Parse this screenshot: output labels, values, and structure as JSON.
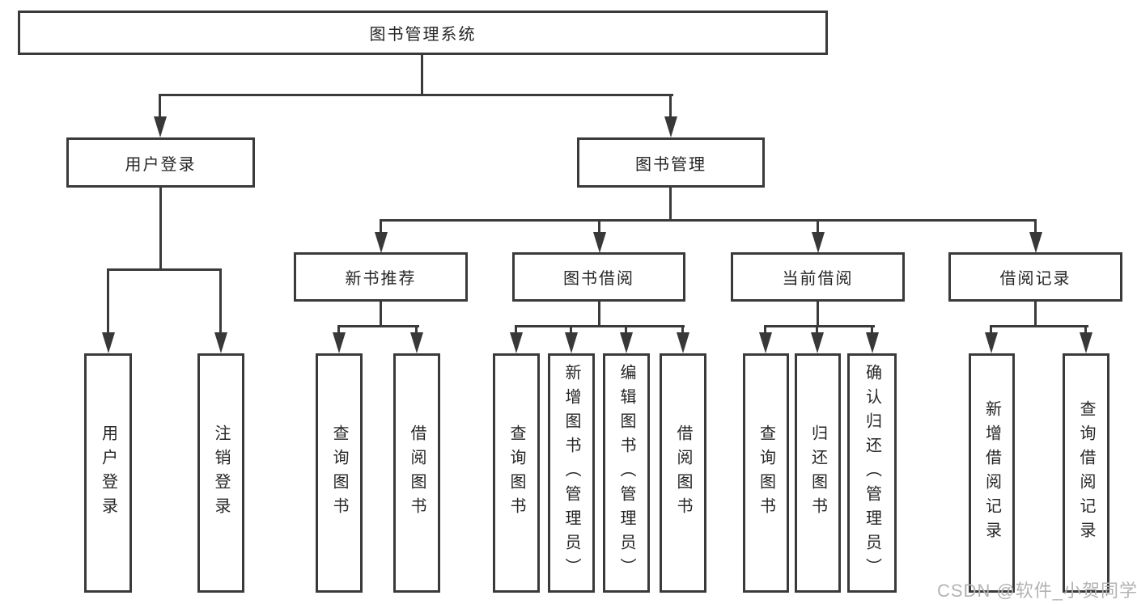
{
  "diagram_title": "图书管理系统",
  "nodes": {
    "root": "图书管理系统",
    "user_login_branch": "用户登录",
    "book_mgmt_branch": "图书管理",
    "new_book_rec": "新书推荐",
    "book_borrow": "图书借阅",
    "current_borrow": "当前借阅",
    "borrow_records": "借阅记录",
    "leaf_user_login": "用户登录",
    "leaf_logout": "注销登录",
    "leaf_query_book_rec": "查询图书",
    "leaf_borrow_book_rec": "借阅图书",
    "leaf_query_book_borrow": "查询图书",
    "leaf_add_book": "新增图书（管理员）",
    "leaf_edit_book": "编辑图书（管理员）",
    "leaf_borrow_book_borrow": "借阅图书",
    "leaf_query_book_current": "查询图书",
    "leaf_return_book": "归还图书",
    "leaf_confirm_return": "确认归还（管理员）",
    "leaf_add_borrow_record": "新增借阅记录",
    "leaf_query_borrow_record": "查询借阅记录"
  },
  "watermark": {
    "text": "CSDN @软件_小贺同学"
  },
  "colors": {
    "line": "#3a3a3a",
    "text": "#262626",
    "background": "#ffffff",
    "watermark": "#b3b3b3"
  }
}
